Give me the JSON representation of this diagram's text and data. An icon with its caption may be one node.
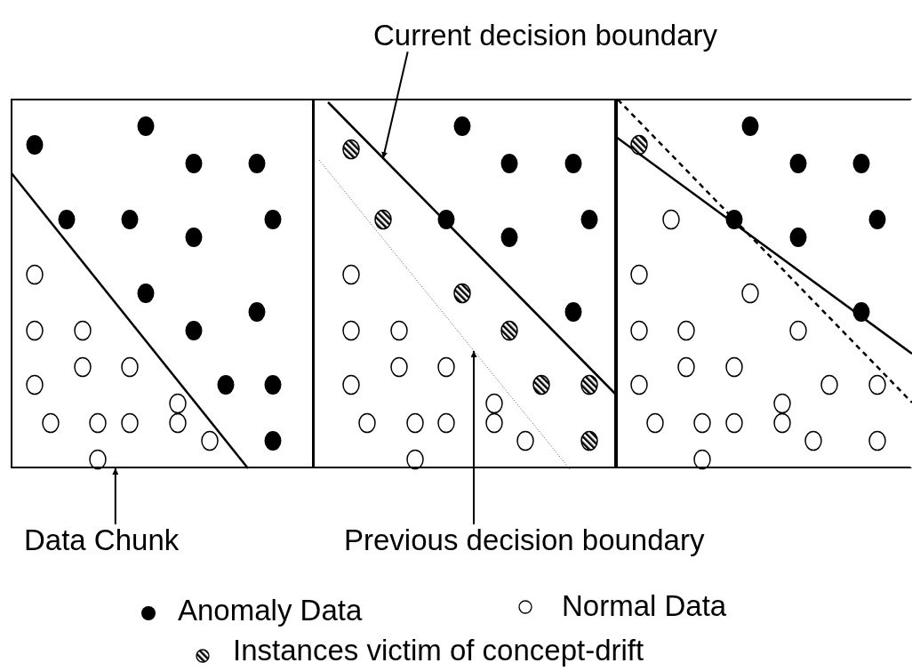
{
  "diagram": {
    "nodes": [
      {
        "text": [],
        "shape": "box"
      },
      {
        "text": [],
        "shape": "box"
      },
      {
        "text": [],
        "shape": "line",
        "in": 1
      },
      {
        "text": [],
        "shape": "line",
        "in": 1
      },
      {
        "text": [],
        "shape": "box"
      },
      {
        "text": [
          "Current decision boundary"
        ]
      },
      {
        "text": [
          "Data Chunk"
        ]
      },
      {
        "text": [
          "Previous decision boundary"
        ]
      }
    ],
    "edges": [
      {
        "from": 5,
        "to": 2,
        "arrow": "to"
      },
      {
        "from": 6,
        "to": 0,
        "arrow": "to"
      },
      {
        "from": 7,
        "to": 3,
        "arrow": "to"
      }
    ],
    "legend": [
      {
        "text": "Anomaly Data"
      },
      {
        "text": "Normal Data"
      },
      {
        "text": "Instances victim of concept-drift"
      }
    ]
  }
}
